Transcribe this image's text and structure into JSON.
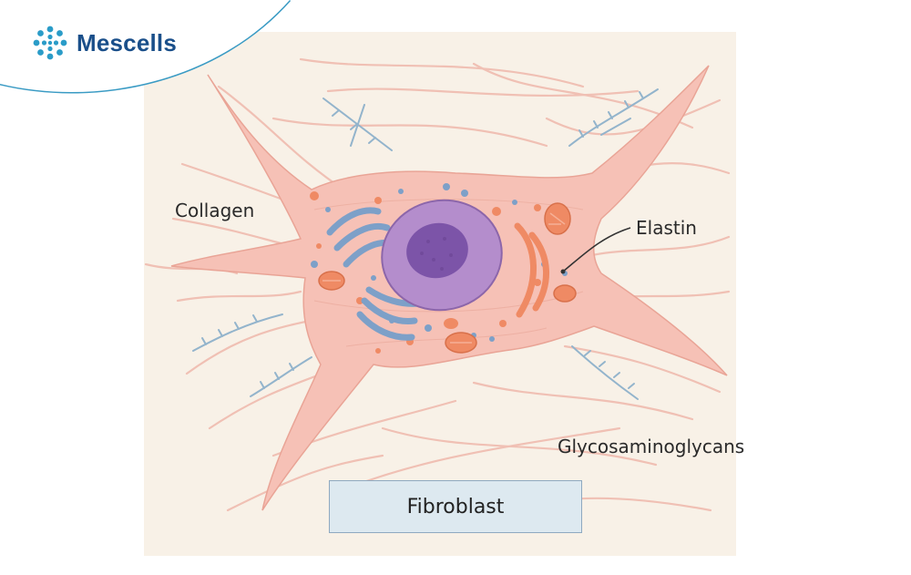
{
  "brand": {
    "name": "Mescells",
    "logo_icon": "cell-cluster-icon",
    "colors": {
      "brand_text": "#1a4f8a",
      "brand_icon": "#2a9cc8",
      "arc": "#3a9bc4"
    }
  },
  "diagram": {
    "labels": {
      "collagen": "Collagen",
      "elastin": "Elastin",
      "glycosaminoglycans": "Glycosaminoglycans"
    },
    "title": "Fibroblast",
    "colors": {
      "background": "#f8f1e7",
      "cell_body": "#f6c1b6",
      "nucleus": "#b48dcc",
      "nucleolus": "#7c54a8",
      "organelle_orange": "#ef8a64",
      "organelle_blue": "#7da0c8",
      "fiber": "#f0c0b4",
      "gag": "#93b4cc"
    }
  }
}
